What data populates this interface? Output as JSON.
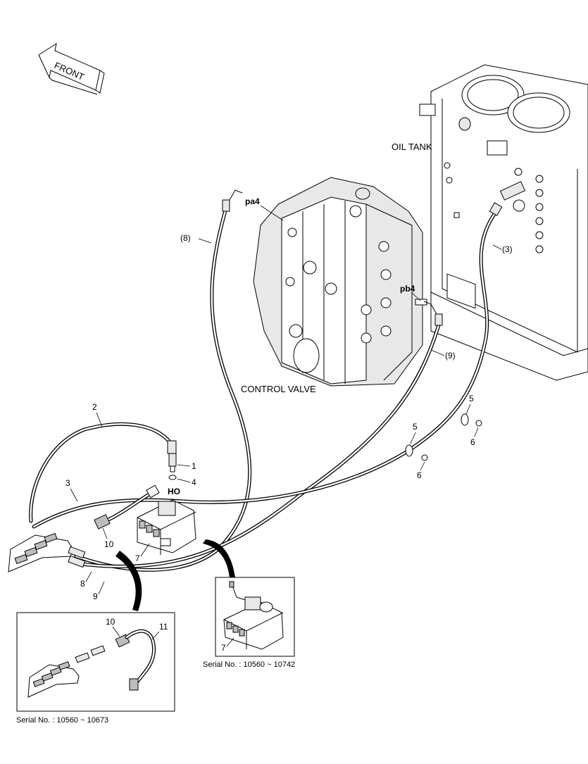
{
  "labels": {
    "front": "FRONT",
    "oil_tank": "OIL TANK",
    "control_valve": "CONTROL VALVE",
    "port_pa4": "pa4",
    "port_pb4": "pb4",
    "port_ho": "HO",
    "callout_hose_8": "(8)",
    "callout_hose_3": "(3)",
    "callout_hose_9": "(9)"
  },
  "callouts": {
    "item_1": "1",
    "item_2": "2",
    "item_3": "3",
    "item_4": "4",
    "item_5a": "5",
    "item_5b": "5",
    "item_6a": "6",
    "item_6b": "6",
    "item_7": "7",
    "item_8": "8",
    "item_9": "9",
    "item_10": "10"
  },
  "inset_left": {
    "item_10": "10",
    "item_11": "11",
    "serial": "Serial No. : 10560 ~ 10673"
  },
  "inset_right": {
    "item_7": "7",
    "serial": "Serial No. : 10560 ~ 10742"
  }
}
